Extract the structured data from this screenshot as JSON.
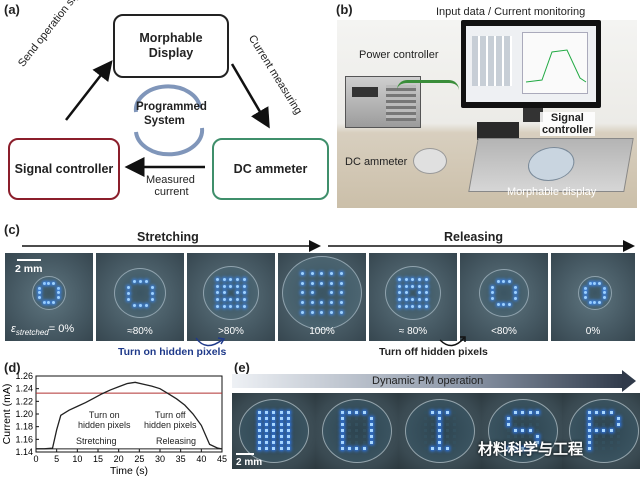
{
  "panel_a": {
    "letter": "(a)",
    "morphable_display": "Morphable Display",
    "dc_ammeter": "DC ammeter",
    "signal_controller": "Signal controller",
    "center_line1": "Programmed",
    "center_line2": "System",
    "send_operation_signal": "Send operation signal",
    "current_measuring": "Current measuring",
    "measured_line1": "Measured",
    "measured_line2": "current",
    "colors": {
      "morph": "#222222",
      "ammeter": "#3f8f6b",
      "signal": "#8b1e2b",
      "loop": "#4a6a9c"
    }
  },
  "panel_b": {
    "letter": "(b)",
    "input_data": "Input data / Current monitoring",
    "power_controller": "Power controller",
    "signal_controller_line1": "Signal",
    "signal_controller_line2": "controller",
    "dc_ammeter": "DC ammeter",
    "morphable_display": "Morphable display"
  },
  "panel_c": {
    "letter": "(c)",
    "stretching": "Stretching",
    "releasing": "Releasing",
    "scale": "2 mm",
    "first_caption": "ε",
    "first_caption_sub": "stretched",
    "first_caption_rest": "= 0%",
    "captions": [
      "≈80%",
      ">80%",
      "100%",
      "≈ 80%",
      "<80%",
      "0%"
    ],
    "turn_on": "Turn on hidden pixels",
    "turn_off": "Turn off hidden pixels",
    "turn_on_color": "#1f3a8a"
  },
  "panel_d": {
    "letter": "(d)",
    "ylabel": "Current (mA)",
    "xlabel": "Time (s)",
    "yticks": [
      "1.26",
      "1.24",
      "1.22",
      "1.20",
      "1.18",
      "1.16",
      "1.14"
    ],
    "xticks": [
      "0",
      "5",
      "10",
      "15",
      "20",
      "25",
      "30",
      "35",
      "40",
      "45"
    ],
    "annot_on_line1": "Turn on",
    "annot_on_line2": "hidden pixels",
    "annot_off_line1": "Turn off",
    "annot_off_line2": "hidden pixels",
    "stretching": "Stretching",
    "releasing": "Releasing"
  },
  "chart_data": {
    "type": "line",
    "title": "",
    "xlabel": "Time (s)",
    "ylabel": "Current (mA)",
    "xlim": [
      0,
      45
    ],
    "ylim": [
      1.14,
      1.26
    ],
    "x": [
      0,
      2,
      4,
      5,
      6,
      8,
      10,
      12,
      14,
      16,
      18,
      20,
      22,
      24,
      26,
      28,
      30,
      32,
      34,
      36,
      38,
      40,
      42,
      44,
      45
    ],
    "series": [
      {
        "values": [
          1.145,
          1.145,
          1.146,
          1.175,
          1.198,
          1.206,
          1.212,
          1.218,
          1.225,
          1.232,
          1.238,
          1.243,
          1.248,
          1.25,
          1.247,
          1.244,
          1.24,
          1.232,
          1.224,
          1.214,
          1.2,
          1.182,
          1.152,
          1.146,
          1.145
        ],
        "color": "#222222"
      }
    ],
    "reference_lines": [
      {
        "y": 1.233,
        "color": "#b03030"
      },
      {
        "y": 1.145,
        "color": "#222222"
      }
    ]
  },
  "panel_e": {
    "letter": "(e)",
    "banner": "Dynamic PM operation",
    "scale": "2 mm",
    "watermark": "材料科学与工程"
  }
}
